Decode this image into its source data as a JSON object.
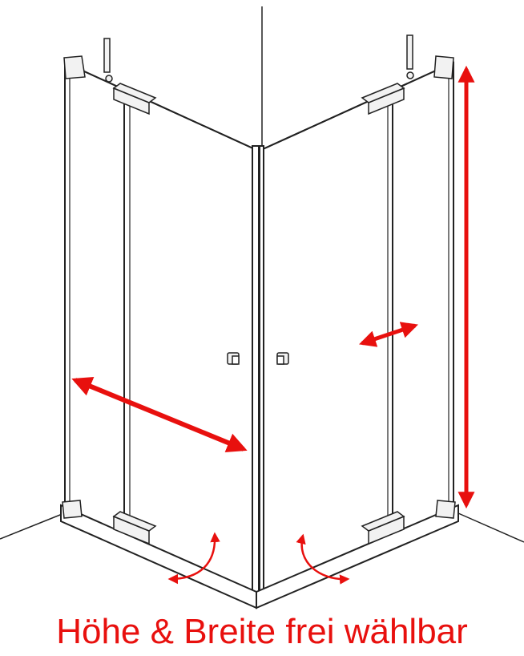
{
  "caption": "Höhe & Breite frei wählbar",
  "colors": {
    "line": "#222222",
    "arrow": "#e8100e",
    "glass": "#ffffff",
    "hardware": "#f2f2f2"
  },
  "icons": {
    "width_arrow": "double-arrow-diagonal",
    "height_arrow": "double-arrow-vertical",
    "swing_arrow": "curved-double-arrow"
  }
}
